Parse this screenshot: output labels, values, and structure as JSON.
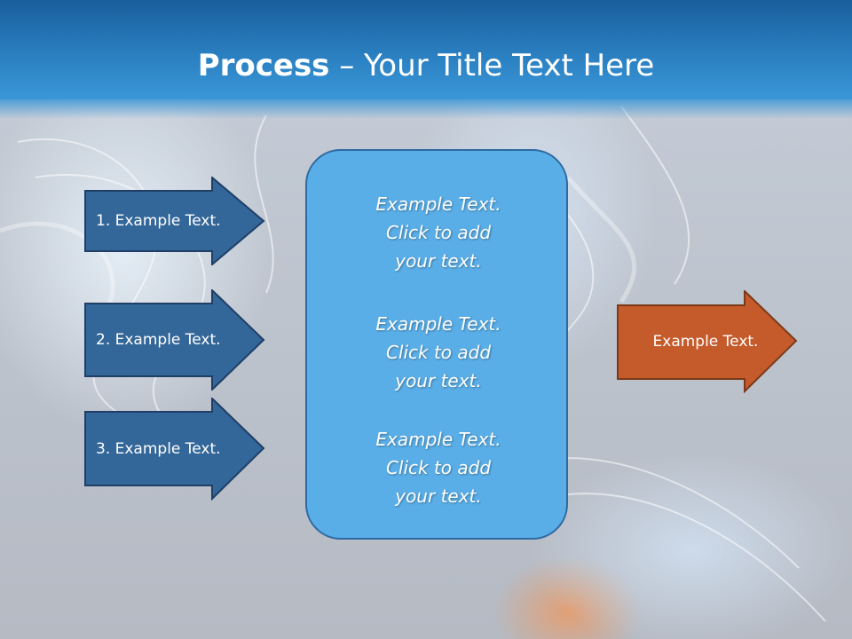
{
  "slide": {
    "title_bold": "Process",
    "title_rest": " – Your Title Text Here"
  },
  "inputs": [
    {
      "label": "1. Example Text."
    },
    {
      "label": "2. Example Text."
    },
    {
      "label": "3. Example Text."
    }
  ],
  "center": {
    "paragraphs": [
      {
        "lines": [
          "Example Text.",
          "Click  to add",
          "your text."
        ]
      },
      {
        "lines": [
          "Example Text.",
          "Click  to add",
          "your text."
        ]
      },
      {
        "lines": [
          "Example Text.",
          "Click  to add",
          "your text."
        ]
      }
    ]
  },
  "output": {
    "label": "Example Text."
  },
  "colors": {
    "input_arrow_fill": "#336699",
    "input_arrow_border": "#1f3f66",
    "center_box_fill": "#5aaee8",
    "output_arrow_fill": "#c55a2a",
    "output_arrow_border": "#7a3a1a",
    "header": "#2a7fc0"
  }
}
